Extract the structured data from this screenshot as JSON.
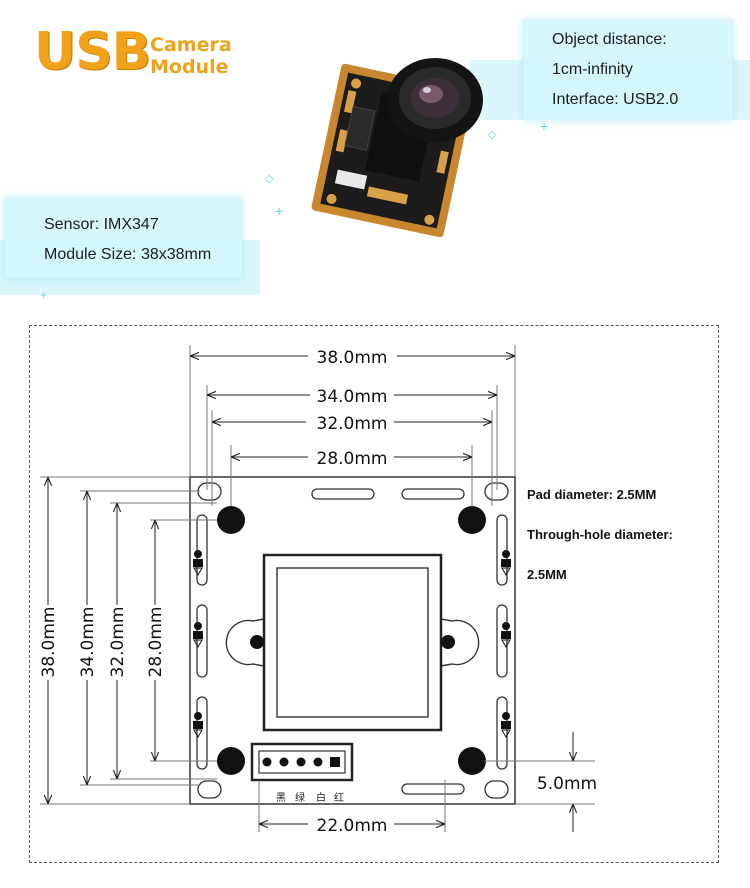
{
  "logo": {
    "usb": "USB",
    "line1": "Camera",
    "line2": "Module",
    "color": "#f0a21a"
  },
  "spec_top": {
    "line1": "Object distance:",
    "line2": "1cm-infinity",
    "line3": "Interface: USB2.0"
  },
  "spec_left": {
    "line1": "Sensor: IMX347",
    "line2": "Module Size: 38x38mm"
  },
  "drawing": {
    "dim_38": "38.0mm",
    "dim_34": "34.0mm",
    "dim_32": "32.0mm",
    "dim_28": "28.0mm",
    "dim_22": "22.0mm",
    "dim_5": "5.0mm",
    "connector_labels": [
      "黑",
      "绿",
      "白",
      "红"
    ]
  },
  "notes": {
    "pad": "Pad diameter: 2.5MM",
    "hole_label": "Through-hole diameter:",
    "hole_value": "2.5MM"
  },
  "colors": {
    "accent_cyan": "#5fd3ea",
    "pcb_black": "#1a1a1a",
    "pcb_gold": "#c8862f"
  }
}
